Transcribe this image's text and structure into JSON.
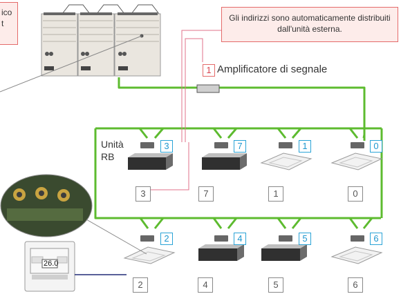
{
  "callout_top": "Gli indirizzi sono automaticamente distribuiti dall'unità esterna.",
  "callout_left": "ico\nt",
  "amplifier": {
    "number": "1",
    "label": "Amplificatore di segnale"
  },
  "rb_label": "Unità\nRB",
  "row1": [
    {
      "addr": "3",
      "unit_no": "3",
      "type": "duct"
    },
    {
      "addr": "7",
      "unit_no": "7",
      "type": "duct"
    },
    {
      "addr": "1",
      "unit_no": "1",
      "type": "cassette"
    },
    {
      "addr": "0",
      "unit_no": "0",
      "type": "cassette"
    }
  ],
  "row2": [
    {
      "addr": "2",
      "unit_no": "2",
      "type": "cassette"
    },
    {
      "addr": "4",
      "unit_no": "4",
      "type": "duct"
    },
    {
      "addr": "5",
      "unit_no": "5",
      "type": "duct"
    },
    {
      "addr": "6",
      "unit_no": "6",
      "type": "cassette"
    }
  ],
  "controller": {
    "display": "26.0"
  },
  "colors": {
    "bus": "#5dbb2f",
    "signal": "#e0708a",
    "accent": "#29a3d6",
    "note_border": "#e46a6a"
  }
}
